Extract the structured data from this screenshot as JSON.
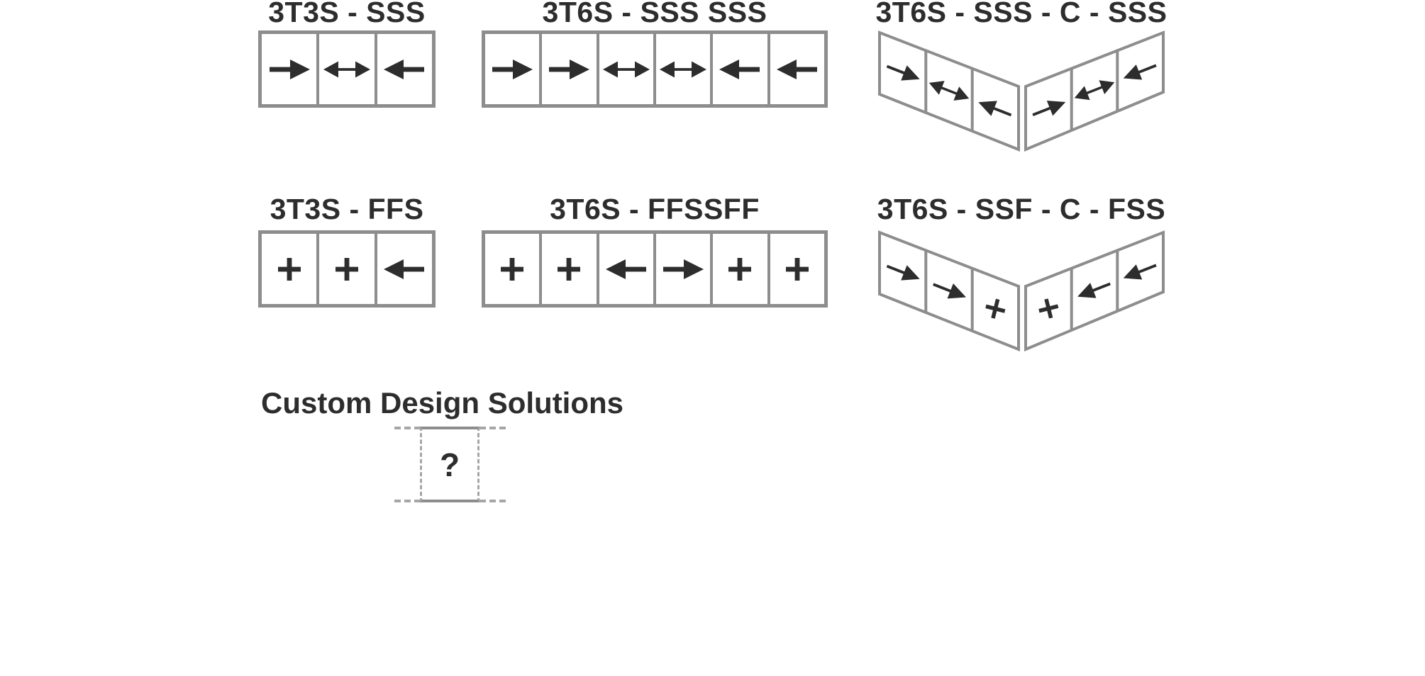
{
  "colors": {
    "background": "#ffffff",
    "frame": "#8d8d8d",
    "dash": "#a6a6a6",
    "ink": "#2d2d2d"
  },
  "diagrams": [
    {
      "id": "3t3s-sss",
      "label": "3T3S - SSS",
      "type": "flat",
      "panels": [
        "arrow-right",
        "arrow-both",
        "arrow-left"
      ]
    },
    {
      "id": "3t6s-sss-sss",
      "label": "3T6S - SSS SSS",
      "type": "flat",
      "panels": [
        "arrow-right",
        "arrow-right",
        "arrow-both",
        "arrow-both",
        "arrow-left",
        "arrow-left"
      ]
    },
    {
      "id": "3t6s-sss-c-sss",
      "label": "3T6S - SSS - C - SSS",
      "type": "corner",
      "left_wing": [
        "arrow-right",
        "arrow-both",
        "arrow-left"
      ],
      "right_wing": [
        "arrow-right",
        "arrow-both",
        "arrow-left"
      ]
    },
    {
      "id": "3t3s-ffs",
      "label": "3T3S - FFS",
      "type": "flat",
      "panels": [
        "fixed-plus",
        "fixed-plus",
        "arrow-left"
      ]
    },
    {
      "id": "3t6s-ffssff",
      "label": "3T6S - FFSSFF",
      "type": "flat",
      "panels": [
        "fixed-plus",
        "fixed-plus",
        "arrow-left",
        "arrow-right",
        "fixed-plus",
        "fixed-plus"
      ]
    },
    {
      "id": "3t6s-ssf-c-fss",
      "label": "3T6S - SSF - C - FSS",
      "type": "corner",
      "left_wing": [
        "arrow-right",
        "arrow-right",
        "fixed-plus"
      ],
      "right_wing": [
        "fixed-plus",
        "arrow-left",
        "arrow-left"
      ]
    }
  ],
  "custom": {
    "heading": "Custom Design Solutions",
    "placeholder_symbol": "?"
  }
}
